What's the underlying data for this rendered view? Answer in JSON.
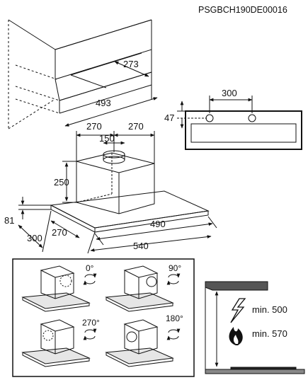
{
  "doc_code": "PSGBCH190DE00016",
  "cabinet": {
    "depth": "273",
    "width": "493"
  },
  "mount_holes": {
    "spacing": "300",
    "offset": "47"
  },
  "hood": {
    "w_left": "270",
    "w_right": "270",
    "chimney": "150",
    "height": "250",
    "panel_h": "81",
    "depth_a": "300",
    "depth_b": "270",
    "front_w": "490",
    "width": "540"
  },
  "rotations": [
    "0°",
    "90°",
    "270°",
    "180°"
  ],
  "clearance": {
    "electric": "min. 500",
    "gas": "min. 570"
  }
}
